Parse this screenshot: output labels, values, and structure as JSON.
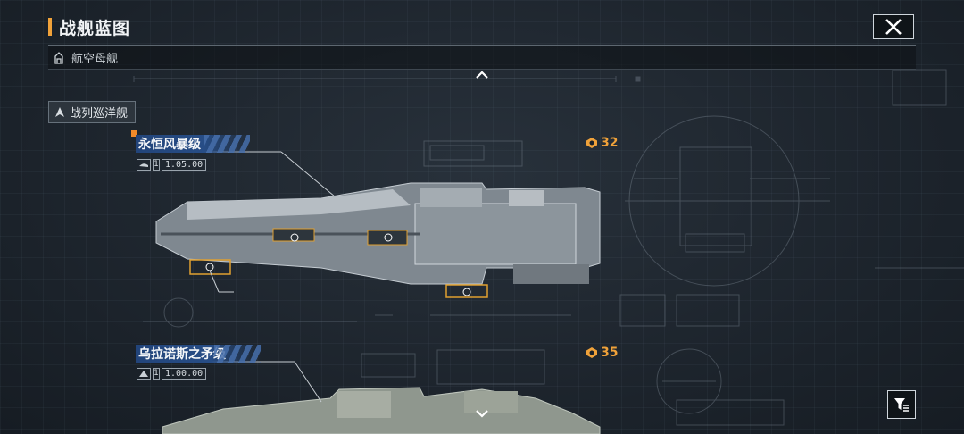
{
  "header": {
    "title": "战舰蓝图",
    "close_icon": "close-icon"
  },
  "category": {
    "label": "航空母舰",
    "icon": "carrier-icon"
  },
  "subcategory": {
    "label": "战列巡洋舰",
    "icon": "battlecruiser-icon"
  },
  "ships": [
    {
      "name": "永恒风暴级",
      "level": "1",
      "version": "1.05.00",
      "cost": "32"
    },
    {
      "name": "乌拉诺斯之矛级",
      "level": "1",
      "version": "1.00.00",
      "cost": "35"
    }
  ],
  "colors": {
    "accent": "#f0a23a",
    "name_plate": "#274d86"
  },
  "icons": {
    "scroll_up": "chevron-up-icon",
    "scroll_down": "chevron-down-icon",
    "filter": "filter-icon",
    "cost": "cost-icon"
  }
}
